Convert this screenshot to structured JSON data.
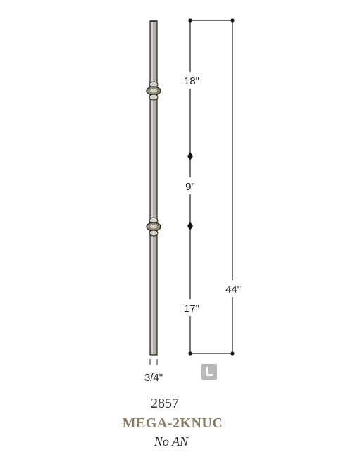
{
  "dimensions": {
    "top_section": "18\"",
    "middle_section": "9\"",
    "bottom_section": "17\"",
    "overall_height": "44\"",
    "bar_size": "3/4\""
  },
  "product": {
    "number": "2857",
    "model": "MEGA-2KNUC",
    "note": "No AN"
  },
  "profile_icon": "square-profile-icon",
  "colors": {
    "line": "#222222",
    "baluster_fill": "#b3aea3",
    "knuckle_fill": "#d8d2c4",
    "badge": "#b9b9b9",
    "model_text": "#8a7d63"
  }
}
